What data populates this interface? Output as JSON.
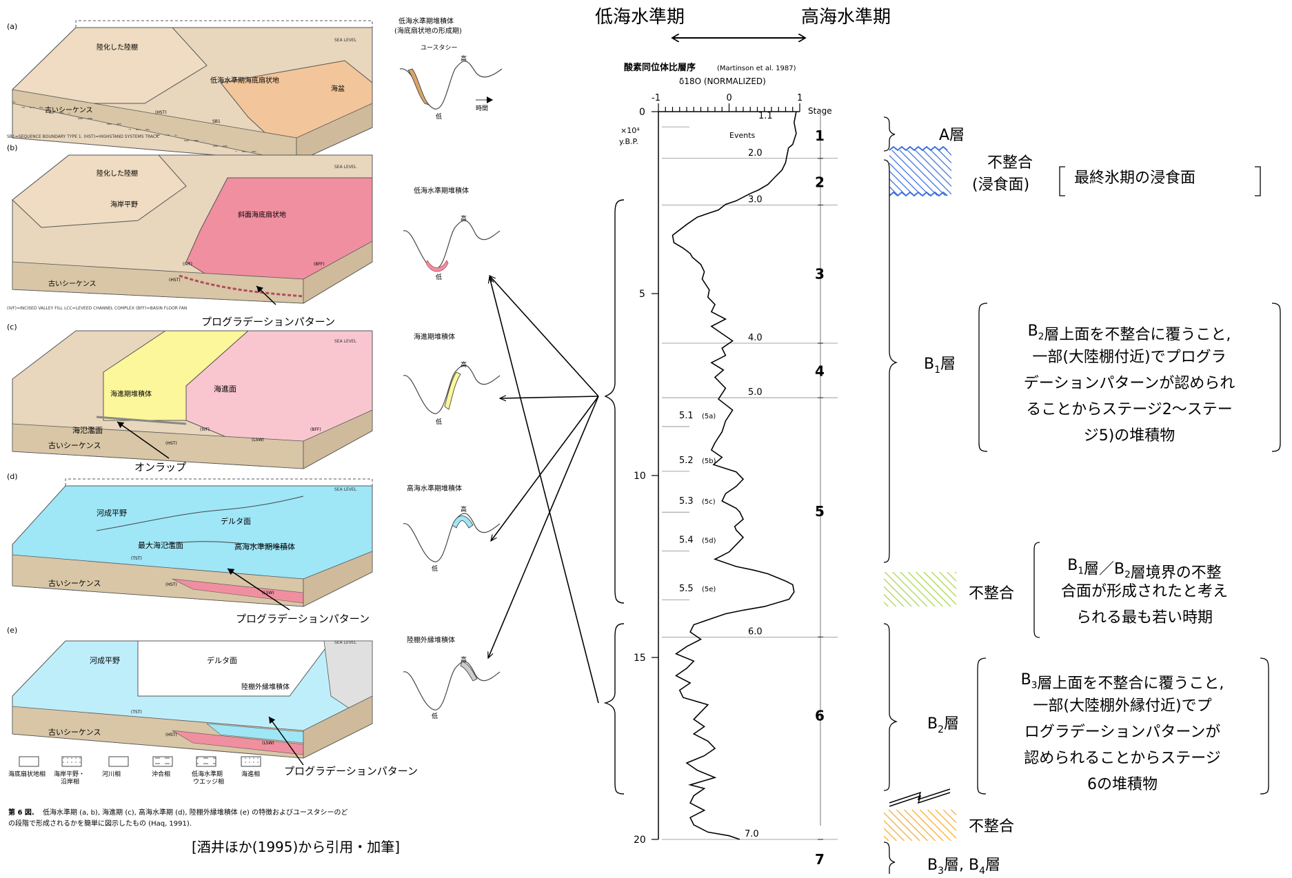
{
  "header": {
    "low_sea": "低海水準期",
    "high_sea": "高海水準期"
  },
  "figure": {
    "caption_fig": "第 6 図.",
    "caption_line1": "低海水準期 (a, b), 海進期 (c), 高海水準期 (d), 陸棚外縁堆積体 (e) の特徴およびユースタシーのど",
    "caption_line2": "の段階で形成されるかを簡単に図示したもの (Haq, 1991).",
    "citation": "[酒井ほか(1995)から引用・加筆]",
    "sea_level": "SEA LEVEL",
    "high": "高",
    "low": "低",
    "panels": [
      {
        "letter": "(a)",
        "title": "低海水準期堆積体",
        "subtitle": "(海底扇状地の形成期)",
        "eustasy": "ユースタシー",
        "time": "時間",
        "labels": [
          "陸化した陸棚",
          "低海水準期海底扇状地",
          "海盆",
          "古いシーケンス",
          "(HST)",
          "SB1"
        ],
        "footnote": "SB1=SEQUENCE BOUNDARY TYPE 1.       (HST)=HIGHSTAND SYSTEMS TRACK"
      },
      {
        "letter": "(b)",
        "title": "低海水準期堆積体",
        "labels": [
          "陸化した陸棚",
          "海岸平野",
          "斜面海底扇状地",
          "古いシーケンス",
          "(IVF)",
          "(BFF)",
          "(HST)"
        ],
        "footnote": "(IVF)=INCISED VALLEY FILL        LCC=LEVEED CHANNEL COMPLEX        (BFF)=BASIN FLOOR FAN",
        "annotation": "プログラデーションパターン"
      },
      {
        "letter": "(c)",
        "title": "海進期堆積体",
        "labels": [
          "海進期堆積体",
          "海進面",
          "海氾濫面",
          "古いシーケンス",
          "(IVF)",
          "(LSW)",
          "(BFF)",
          "(HST)"
        ],
        "annotation": "オンラップ"
      },
      {
        "letter": "(d)",
        "title": "高海水準期堆積体",
        "labels": [
          "河成平野",
          "デルタ面",
          "最大海氾濫面",
          "高海水準期堆積体",
          "古いシーケンス",
          "(TST)",
          "(HST)",
          "(LSW)"
        ],
        "annotation": "プログラデーションパターン"
      },
      {
        "letter": "(e)",
        "title": "陸棚外縁堆積体",
        "labels": [
          "河成平野",
          "デルタ面",
          "陸棚外縁堆積体",
          "古いシーケンス",
          "(TST)",
          "(HST)",
          "(LSW)"
        ],
        "annotation": "プログラデーションパターン"
      }
    ],
    "legend": [
      "海底扇状地相",
      "海岸平野・\n沿岸相",
      "河川相",
      "沖合相",
      "低海水準期\nウエッジ相",
      "海進相"
    ]
  },
  "isotope": {
    "title": "酸素同位体比層序",
    "title_ref": "(Martinson et al. 1987)",
    "delta": "δ18O (NORMALIZED)",
    "unit_label": "×10⁴\ny.B.P.",
    "stage_header": "Stage",
    "events_label": "Events",
    "x_ticks": [
      "-1",
      "0",
      "1"
    ],
    "y_ticks": [
      "0",
      "5",
      "10",
      "15",
      "20"
    ],
    "stages": [
      "1",
      "2",
      "3",
      "4",
      "5",
      "6",
      "7"
    ],
    "events": [
      "1.1",
      "2.0",
      "3.0",
      "4.0",
      "5.0",
      "5.1",
      "5.2",
      "5.3",
      "5.4",
      "5.5",
      "6.0",
      "7.0"
    ],
    "event_codes": [
      "(5a)",
      "(5b)",
      "(5c)",
      "(5d)",
      "(5e)"
    ]
  },
  "chart_data": {
    "type": "line",
    "title": "酸素同位体比層序",
    "xlabel": "δ18O (NORMALIZED)",
    "ylabel": "×10⁴ y.B.P.",
    "xlim": [
      -1,
      1
    ],
    "ylim": [
      20,
      0
    ],
    "x": [
      0.95,
      0.92,
      0.95,
      0.9,
      0.84,
      0.83,
      0.82,
      0.8,
      0.75,
      0.65,
      0.55,
      0.42,
      0.3,
      0.2,
      0.1,
      -0.05,
      -0.15,
      -0.3,
      -0.45,
      -0.6,
      -0.8,
      -0.78,
      -0.65,
      -0.55,
      -0.52,
      -0.4,
      -0.35,
      -0.38,
      -0.28,
      -0.3,
      -0.2,
      -0.25,
      -0.05,
      -0.25,
      -0.1,
      0.05,
      -0.1,
      -0.05,
      -0.25,
      -0.08,
      -0.2,
      -0.05,
      -0.15,
      0.05,
      -0.05,
      -0.1,
      -0.2,
      -0.25,
      -0.1,
      -0.22,
      0.1,
      0.2,
      0.1,
      -0.05,
      -0.1,
      0.1,
      0.15,
      0.2,
      0.08,
      0.1,
      0.2,
      0.1,
      0.0,
      -0.1,
      -0.2,
      0.1,
      0.35,
      0.55,
      0.8,
      0.9,
      0.92,
      0.85,
      0.5,
      0.2,
      -0.05,
      -0.2,
      -0.5,
      -0.55,
      -0.4,
      -0.6,
      -0.75,
      -0.5,
      -0.6,
      -0.75,
      -0.55,
      -0.7,
      -0.65,
      -0.3,
      -0.4,
      -0.5,
      -0.35,
      -0.5,
      -0.3,
      -0.2,
      -0.35,
      -0.6,
      -0.45,
      -0.2,
      -0.55,
      -0.35,
      -0.5,
      -0.55,
      -0.35,
      -0.55,
      -0.5,
      -0.3,
      0.0,
      0.15
    ],
    "y": [
      0,
      0.3,
      0.6,
      0.9,
      1.0,
      1.1,
      1.2,
      1.4,
      1.6,
      1.8,
      2.0,
      2.15,
      2.25,
      2.35,
      2.45,
      2.55,
      2.7,
      2.8,
      2.9,
      3.1,
      3.4,
      3.6,
      3.75,
      3.9,
      4.0,
      4.2,
      4.4,
      4.6,
      4.9,
      5.1,
      5.3,
      5.5,
      5.7,
      5.9,
      6.1,
      6.3,
      6.5,
      6.7,
      6.9,
      7.1,
      7.3,
      7.6,
      7.9,
      8.2,
      8.5,
      8.8,
      9.1,
      9.3,
      9.5,
      9.7,
      9.9,
      10.1,
      10.3,
      10.5,
      10.7,
      10.9,
      11.0,
      11.2,
      11.4,
      11.5,
      11.7,
      11.9,
      12.1,
      12.2,
      12.3,
      12.5,
      12.6,
      12.7,
      12.9,
      13.0,
      13.2,
      13.4,
      13.6,
      13.7,
      13.8,
      13.9,
      14.1,
      14.3,
      14.5,
      14.7,
      14.9,
      15.1,
      15.3,
      15.5,
      15.7,
      15.9,
      16.1,
      16.3,
      16.5,
      16.7,
      16.9,
      17.1,
      17.3,
      17.5,
      17.7,
      17.9,
      18.1,
      18.3,
      18.5,
      18.6,
      18.8,
      19.0,
      19.2,
      19.4,
      19.6,
      19.8,
      19.9,
      20.0
    ],
    "series": [
      {
        "name": "",
        "points_ref": "x,y"
      }
    ]
  },
  "strata": {
    "a_layer": "A層",
    "unconformity": "不整合",
    "erosion_paren": "(浸食面)",
    "last_glacial": "最終氷期の浸食面",
    "b1_layer": "B1層",
    "b1_desc_lines": [
      "B2層上面を不整合に覆うこと,",
      "一部(大陸棚付近)でプログラ",
      "デーションパターンが認められ",
      "ることからステージ2～ステー",
      "ジ5)の堆積物"
    ],
    "b12_lines": [
      "B1層／B2層境界の不整",
      "合面が形成されたと考え",
      "られる最も若い時期"
    ],
    "b2_layer": "B2層",
    "b2_desc_lines": [
      "B3層上面を不整合に覆うこと,",
      "一部(大陸棚外縁付近)でプ",
      "ログラデーションパターンが",
      "認められることからステージ",
      "6の堆積物"
    ],
    "b34_layer": "B3層, B4層"
  },
  "colors": {
    "fan_orange": "#f2c59a",
    "red_fan": "#f08fa0",
    "yellow": "#fbf79a",
    "pink": "#f9c6d0",
    "cyan": "#9fe6f7",
    "light_blue": "#bfeefb",
    "sediment": "#e8d6bd",
    "hatch_blue": "#3a6fe0",
    "hatch_green": "#a9d44a",
    "hatch_orange": "#f5a92e"
  }
}
